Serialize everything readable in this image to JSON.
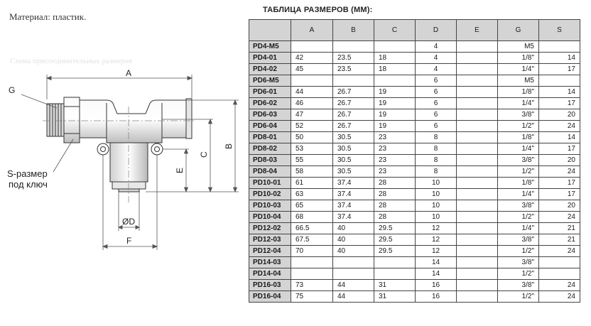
{
  "material_text": "Материал: пластик.",
  "faded_text": "Схема присоединительных размеров",
  "drawing": {
    "label_a": "A",
    "label_b": "B",
    "label_c": "C",
    "label_e": "E",
    "label_f": "F",
    "label_g": "G",
    "label_od": "ØD",
    "label_s_line1": "S-размер",
    "label_s_line2": "под ключ"
  },
  "table": {
    "title": "ТАБЛИЦА РАЗМЕРОВ (ММ):",
    "headers": [
      "",
      "A",
      "B",
      "C",
      "D",
      "E",
      "G",
      "S"
    ],
    "rows": [
      [
        "PD4-M5",
        "",
        "",
        "",
        "4",
        "",
        "M5",
        ""
      ],
      [
        "PD4-01",
        "42",
        "23.5",
        "18",
        "4",
        "",
        "1/8\"",
        "14"
      ],
      [
        "PD4-02",
        "45",
        "23.5",
        "18",
        "4",
        "",
        "1/4\"",
        "17"
      ],
      [
        "PD6-M5",
        "",
        "",
        "",
        "6",
        "",
        "M5",
        ""
      ],
      [
        "PD6-01",
        "44",
        "26.7",
        "19",
        "6",
        "",
        "1/8\"",
        "14"
      ],
      [
        "PD6-02",
        "46",
        "26.7",
        "19",
        "6",
        "",
        "1/4\"",
        "17"
      ],
      [
        "PD6-03",
        "47",
        "26.7",
        "19",
        "6",
        "",
        "3/8\"",
        "20"
      ],
      [
        "PD6-04",
        "52",
        "26.7",
        "19",
        "6",
        "",
        "1/2\"",
        "24"
      ],
      [
        "PD8-01",
        "50",
        "30.5",
        "23",
        "8",
        "",
        "1/8\"",
        "14"
      ],
      [
        "PD8-02",
        "53",
        "30.5",
        "23",
        "8",
        "",
        "1/4\"",
        "17"
      ],
      [
        "PD8-03",
        "55",
        "30.5",
        "23",
        "8",
        "",
        "3/8\"",
        "20"
      ],
      [
        "PD8-04",
        "58",
        "30.5",
        "23",
        "8",
        "",
        "1/2\"",
        "24"
      ],
      [
        "PD10-01",
        "61",
        "37.4",
        "28",
        "10",
        "",
        "1/8\"",
        "17"
      ],
      [
        "PD10-02",
        "63",
        "37.4",
        "28",
        "10",
        "",
        "1/4\"",
        "17"
      ],
      [
        "PD10-03",
        "65",
        "37.4",
        "28",
        "10",
        "",
        "3/8\"",
        "20"
      ],
      [
        "PD10-04",
        "68",
        "37.4",
        "28",
        "10",
        "",
        "1/2\"",
        "24"
      ],
      [
        "PD12-02",
        "66.5",
        "40",
        "29.5",
        "12",
        "",
        "1/4\"",
        "21"
      ],
      [
        "PD12-03",
        "67.5",
        "40",
        "29.5",
        "12",
        "",
        "3/8\"",
        "21"
      ],
      [
        "PD12-04",
        "70",
        "40",
        "29.5",
        "12",
        "",
        "1/2\"",
        "24"
      ],
      [
        "PD14-03",
        "",
        "",
        "",
        "14",
        "",
        "3/8\"",
        ""
      ],
      [
        "PD14-04",
        "",
        "",
        "",
        "14",
        "",
        "1/2\"",
        ""
      ],
      [
        "PD16-03",
        "73",
        "44",
        "31",
        "16",
        "",
        "3/8\"",
        "24"
      ],
      [
        "PD16-04",
        "75",
        "44",
        "31",
        "16",
        "",
        "1/2\"",
        "24"
      ]
    ]
  }
}
